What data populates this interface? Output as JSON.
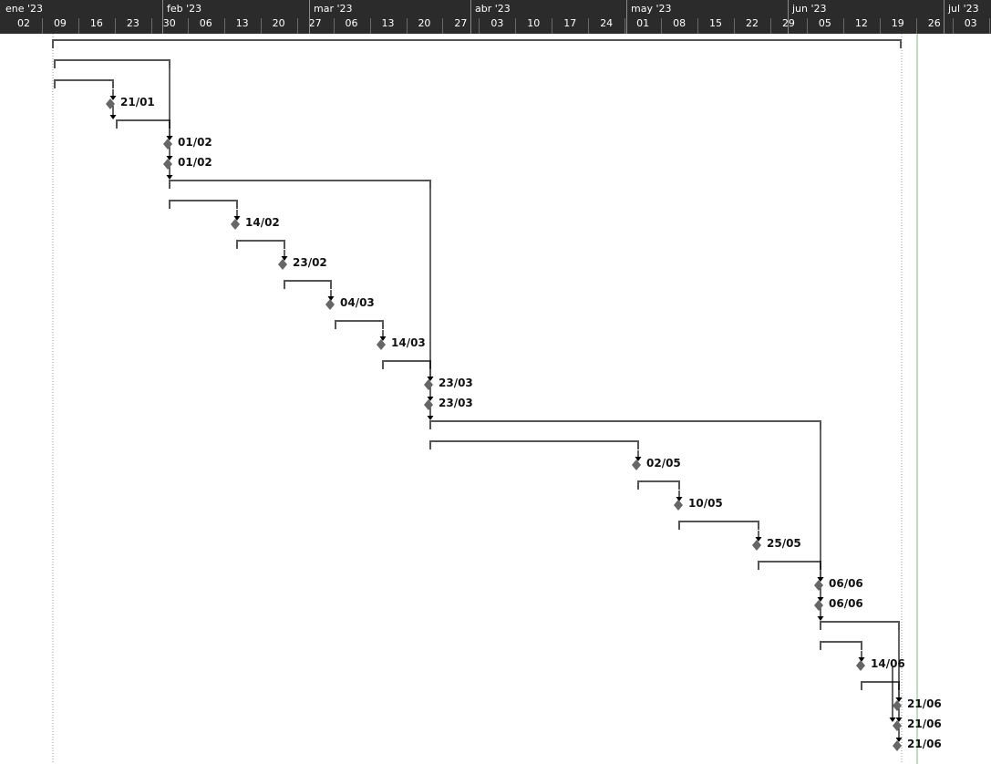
{
  "timescale": {
    "months": [
      "ene '23",
      "feb '23",
      "mar '23",
      "abr '23",
      "may '23",
      "jun '23",
      "jul '23"
    ],
    "weeks": [
      "02",
      "09",
      "16",
      "23",
      "30",
      "06",
      "13",
      "20",
      "27",
      "06",
      "13",
      "20",
      "27",
      "03",
      "10",
      "17",
      "24",
      "01",
      "08",
      "15",
      "22",
      "29",
      "05",
      "12",
      "19",
      "26",
      "03"
    ]
  },
  "milestones": [
    {
      "date": "21/01",
      "label": "21/01"
    },
    {
      "date": "01/02",
      "label": "01/02"
    },
    {
      "date": "01/02",
      "label": "01/02"
    },
    {
      "date": "14/02",
      "label": "14/02"
    },
    {
      "date": "23/02",
      "label": "23/02"
    },
    {
      "date": "04/03",
      "label": "04/03"
    },
    {
      "date": "14/03",
      "label": "14/03"
    },
    {
      "date": "23/03",
      "label": "23/03"
    },
    {
      "date": "23/03",
      "label": "23/03"
    },
    {
      "date": "02/05",
      "label": "02/05"
    },
    {
      "date": "10/05",
      "label": "10/05"
    },
    {
      "date": "25/05",
      "label": "25/05"
    },
    {
      "date": "06/06",
      "label": "06/06"
    },
    {
      "date": "06/06",
      "label": "06/06"
    },
    {
      "date": "14/06",
      "label": "14/06"
    },
    {
      "date": "21/06",
      "label": "21/06"
    },
    {
      "date": "21/06",
      "label": "21/06"
    },
    {
      "date": "21/06",
      "label": "21/06"
    }
  ],
  "colors": {
    "header_bg": "#2b2b2b",
    "bar": "#555555",
    "milestone": "#666666",
    "arrow": "#000000",
    "status_line": "#7fbf7f"
  }
}
